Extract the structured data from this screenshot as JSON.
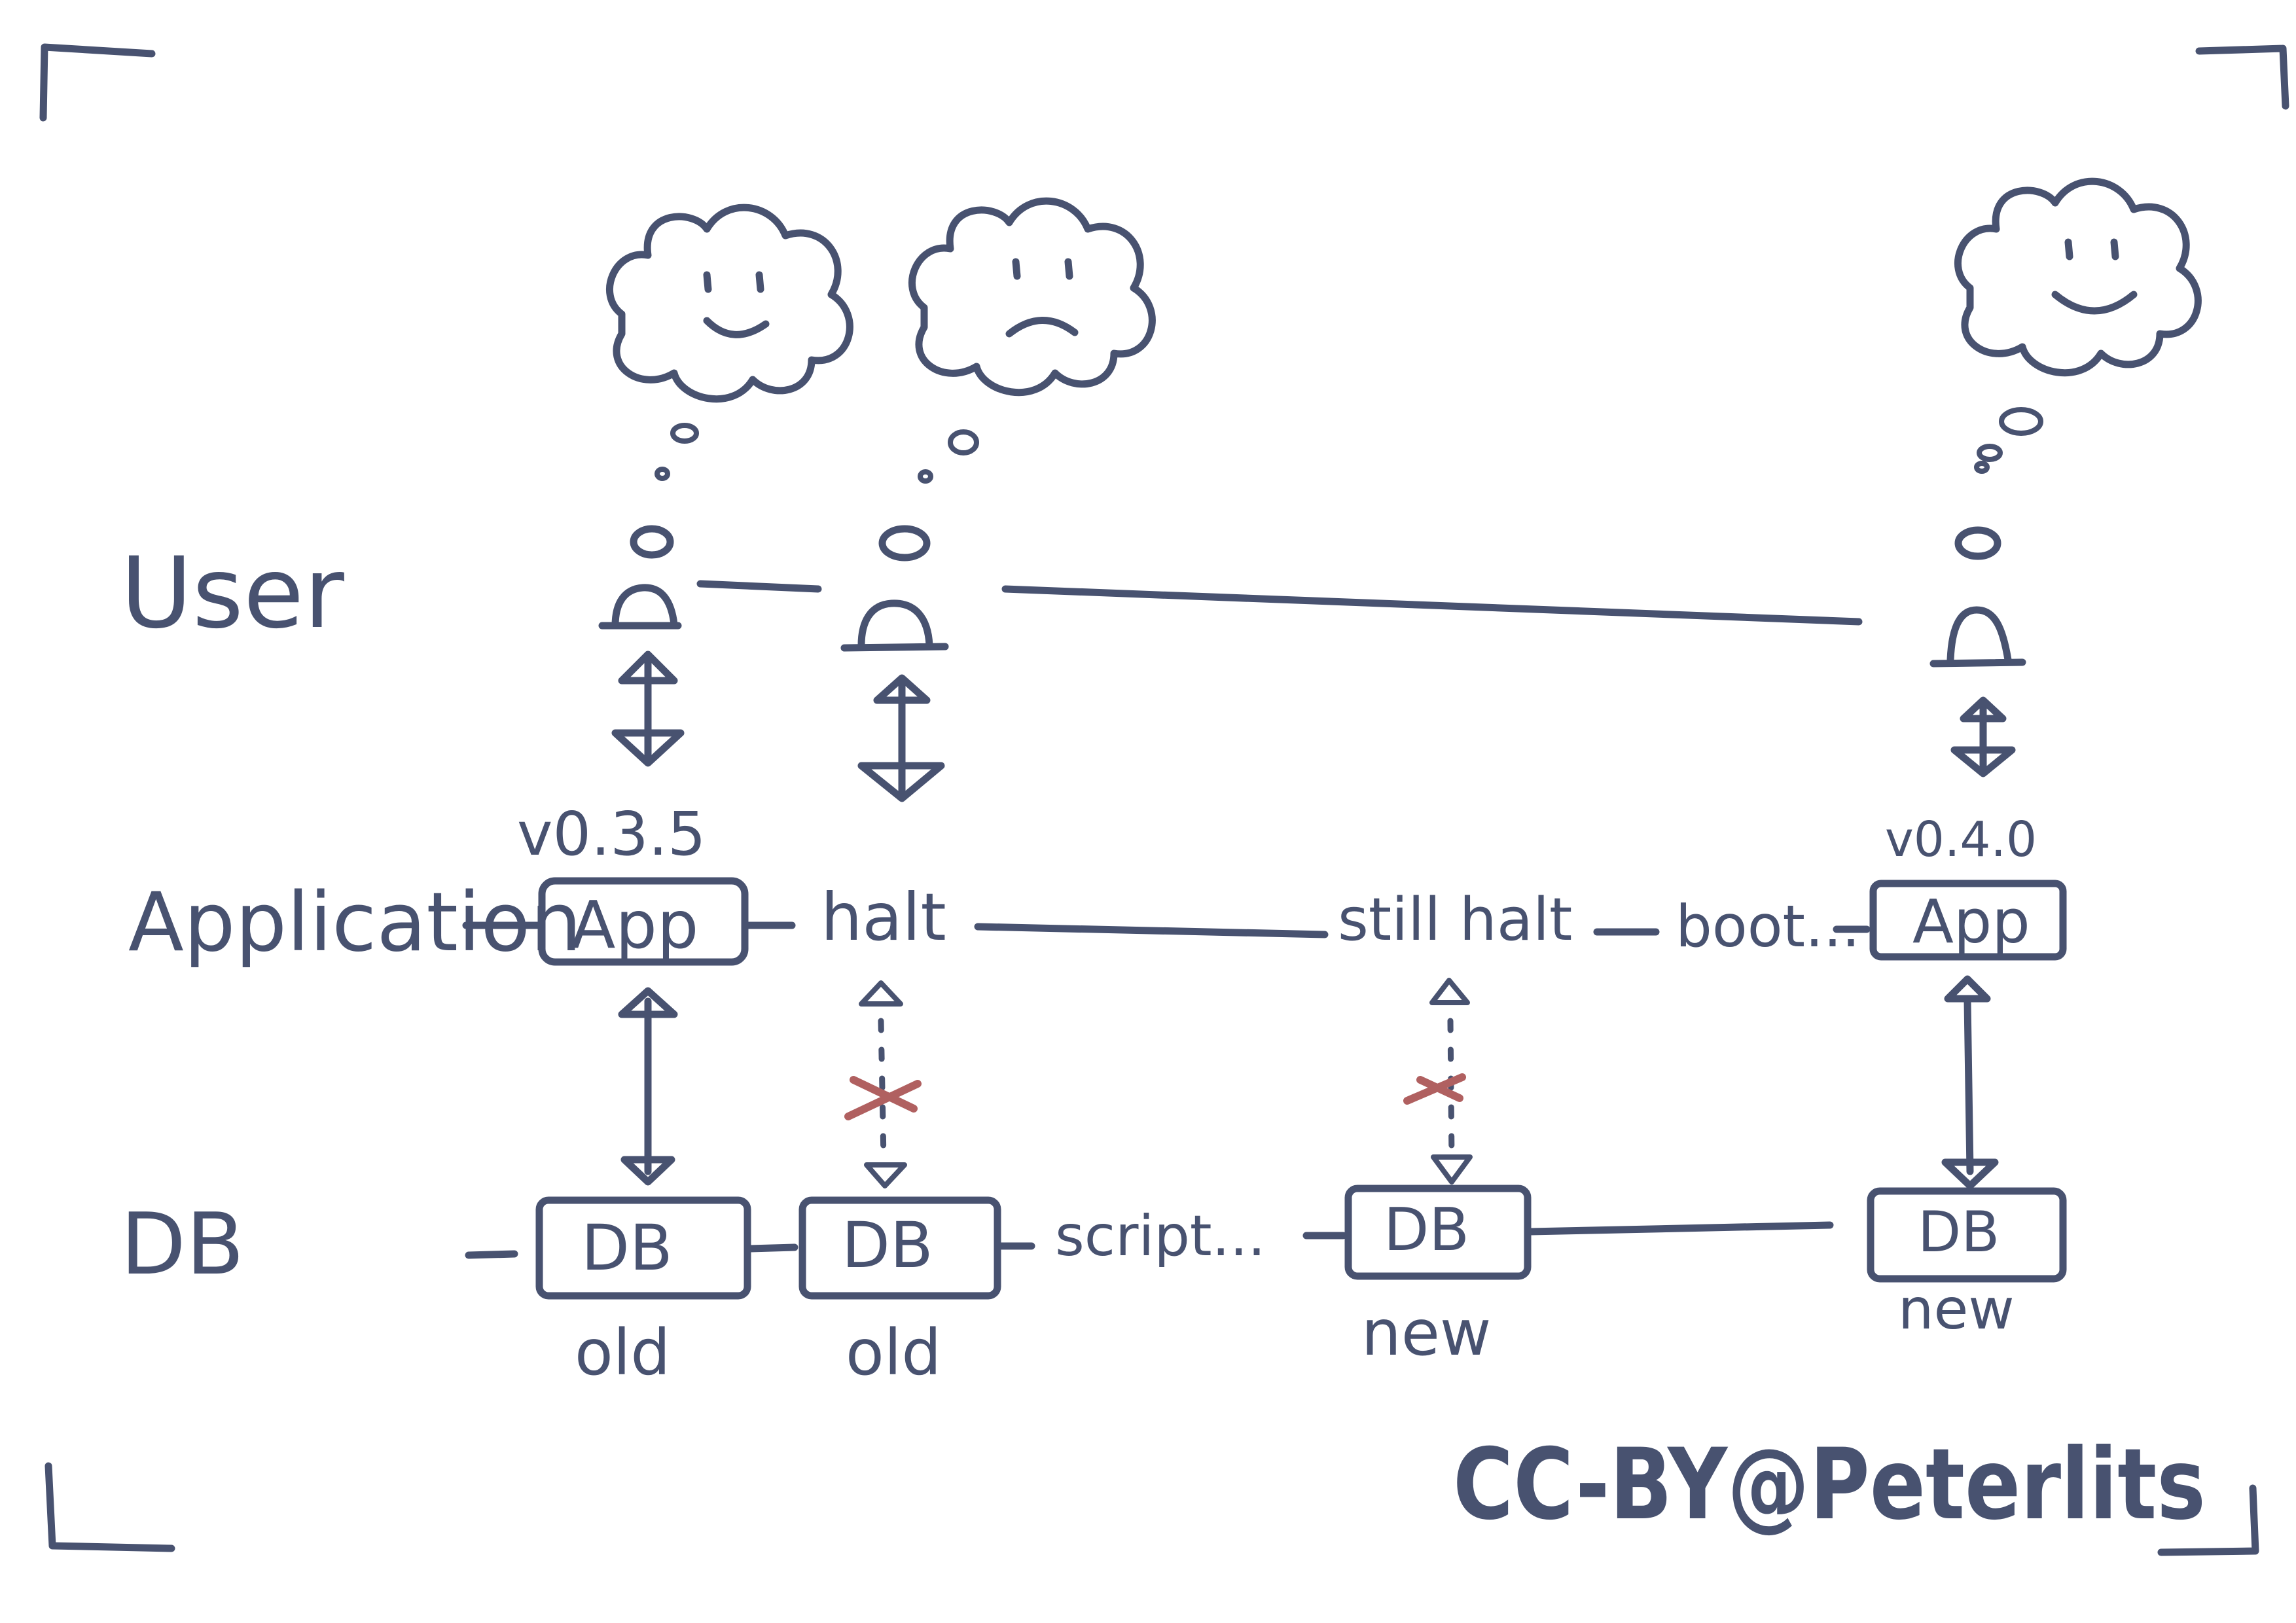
{
  "colors": {
    "ink": "#485270",
    "cross": "#b06060",
    "background": "#ffffff"
  },
  "row_labels": {
    "user": "User",
    "application": "Application",
    "db": "DB"
  },
  "versions": {
    "old": "v0.3.5",
    "new": "v0.4.0"
  },
  "app_box_label": "App",
  "db_box_label": "DB",
  "states": {
    "halt": "halt",
    "still_halt": "still halt",
    "boot": "boot...",
    "script": "script..."
  },
  "db_captions": {
    "old_1": "old",
    "old_2": "old",
    "new_1": "new",
    "new_2": "new"
  },
  "credit": "CC-BY@Peterlits",
  "icons": {
    "happy_cloud": "happy-thought-cloud-icon",
    "sad_cloud": "sad-thought-cloud-icon",
    "user": "user-icon",
    "failed_link": "red-cross-icon"
  }
}
